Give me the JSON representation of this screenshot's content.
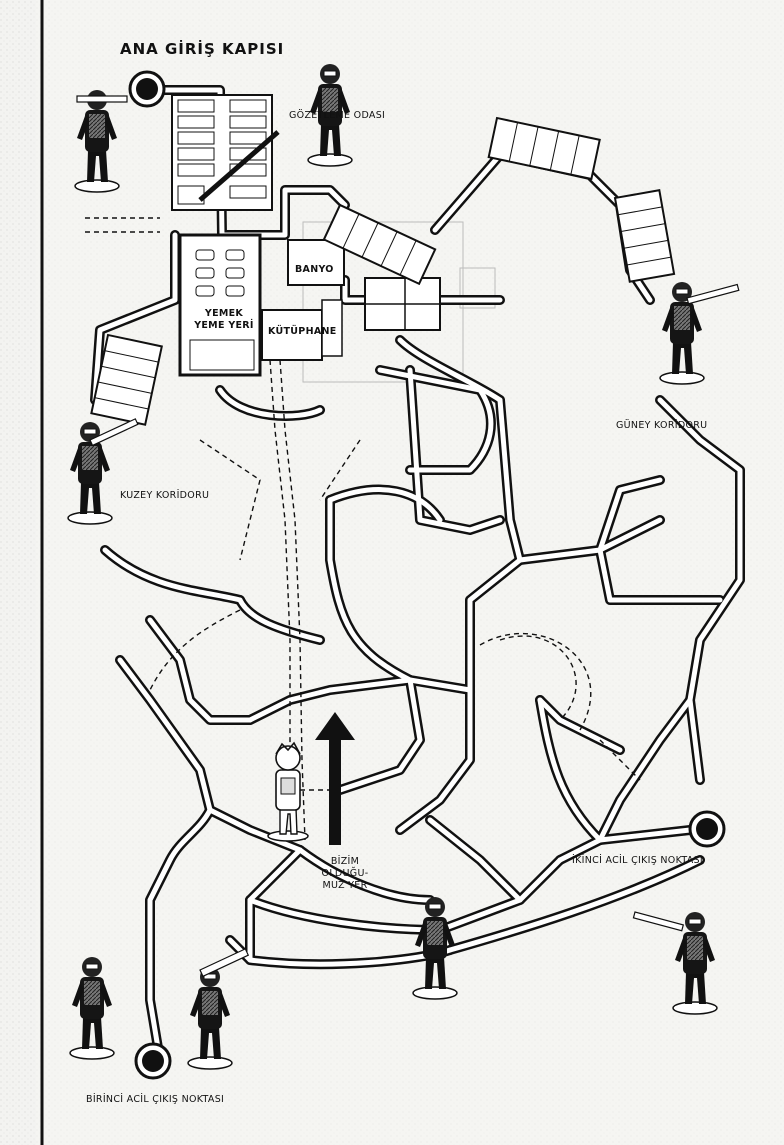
{
  "labels": {
    "main_gate": "ANA GİRİŞ KAPISI",
    "watch_room": "GÖZETLEME ODASI",
    "bathroom": "BANYO",
    "dining_line1": "YEMEK",
    "dining_line2": "YEME YERİ",
    "library": "KÜTÜPHANE",
    "south_corridor": "GÜNEY KORİDORU",
    "north_corridor": "KUZEY KORİDORU",
    "we_are_here_line1": "BİZİM",
    "we_are_here_line2": "OLDUĞU-",
    "we_are_here_line3": "MUZ YER",
    "second_exit": "İKİNCİ ACİL ÇIKIŞ NOKTASI",
    "first_exit": "BİRİNCİ ACİL ÇIKIŞ NOKTASI"
  },
  "colors": {
    "ink": "#111111",
    "paper": "#f4f4f2",
    "shade": "#d8d8d6",
    "path_fill": "#ffffff"
  },
  "icons": [
    "exit-marker-icon",
    "direction-arrow-icon",
    "armed-guard-figure",
    "player-figure"
  ]
}
